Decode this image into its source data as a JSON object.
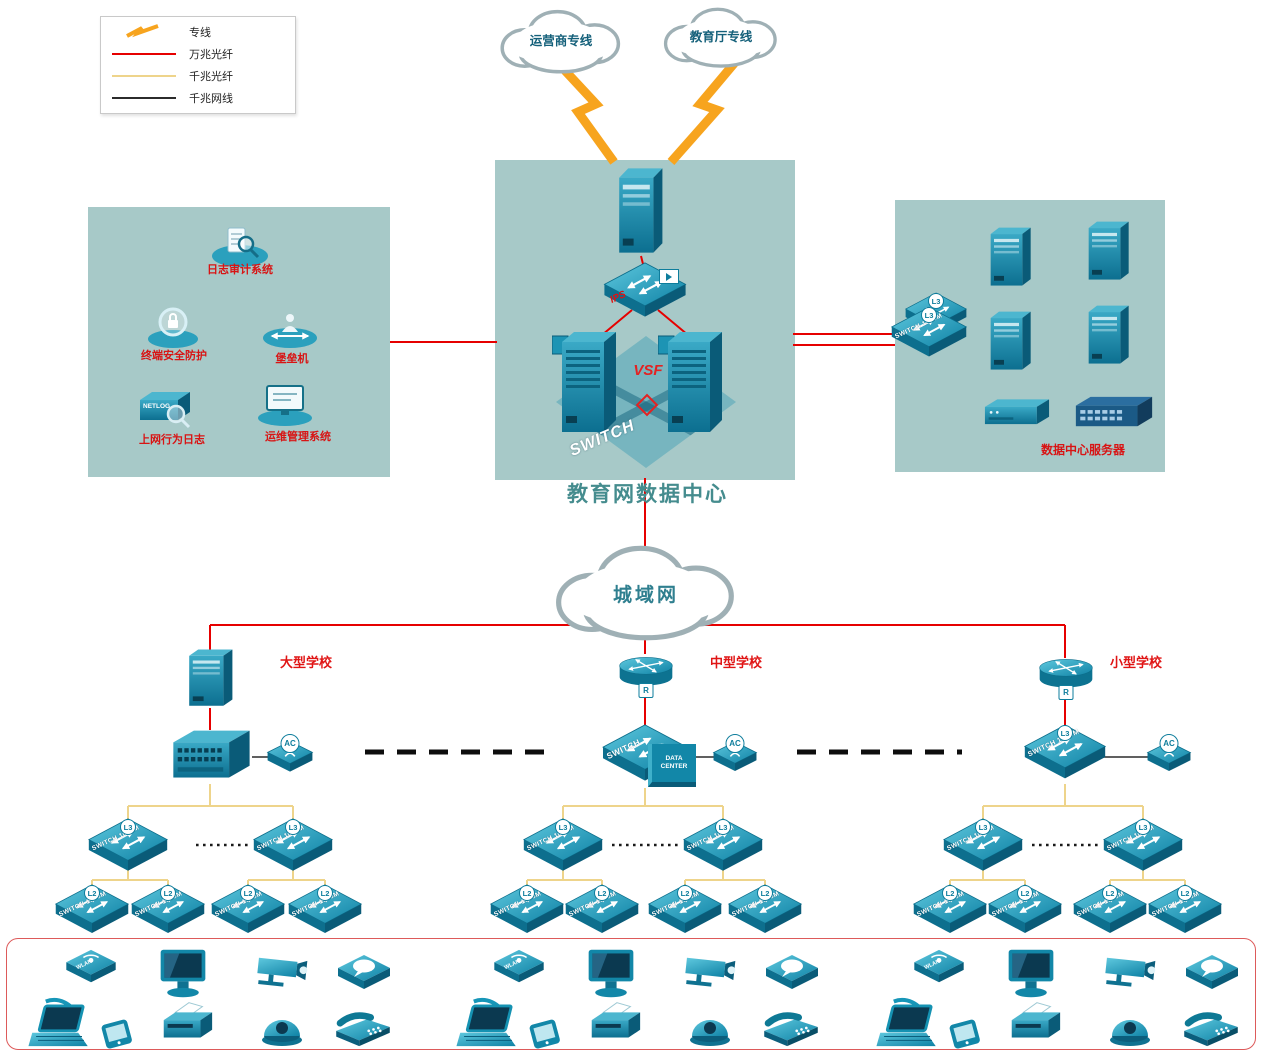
{
  "legend": {
    "items": [
      {
        "label": "专线",
        "type": "lightning",
        "color": "#f7a41e"
      },
      {
        "label": "万兆光纤",
        "type": "line",
        "color": "#e60000"
      },
      {
        "label": "千兆光纤",
        "type": "line",
        "color": "#eed48b"
      },
      {
        "label": "千兆网线",
        "type": "line",
        "color": "#2b2b2b"
      }
    ]
  },
  "clouds": {
    "carrier": "运营商专线",
    "education": "教育厅专线",
    "man": "城域网"
  },
  "datacenter": {
    "title": "教育网数据中心",
    "ips": "IPS",
    "vsf": "VSF",
    "vswitch": "SWITCH"
  },
  "security_zone": {
    "items": [
      {
        "label": "日志审计系统"
      },
      {
        "label": "终端安全防护"
      },
      {
        "label": "堡垒机"
      },
      {
        "label": "上网行为日志",
        "icon_text": "NETLOG"
      },
      {
        "label": "运维管理系统"
      }
    ]
  },
  "server_zone": {
    "title": "数据中心服务器",
    "switch_label": "SWITCH 1000M"
  },
  "schools": [
    {
      "name": "大型学校"
    },
    {
      "name": "中型学校",
      "core": "SWITCH",
      "dc": "DATA CENTER"
    },
    {
      "name": "小型学校"
    }
  ],
  "labels": {
    "switch_1000m": "SWITCH 1000M",
    "l3": "L3",
    "l2": "L2",
    "ac": "AC",
    "r": "R",
    "wlan": "WLAN"
  },
  "colors": {
    "zone_background": "#a7c9c8",
    "device_teal": "#1287a8",
    "line_dedicated": "#f7a41e",
    "line_10g_fiber": "#e60000",
    "line_1g_fiber": "#eed48b",
    "line_1g_copper": "#2b2b2b",
    "label_red": "#d81515",
    "title_teal": "#458c8e"
  }
}
